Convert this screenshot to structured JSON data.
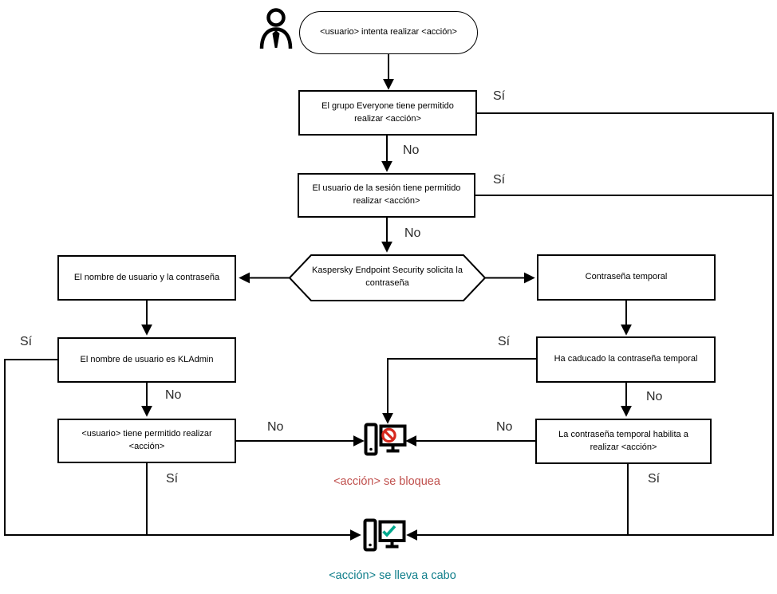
{
  "diagram": {
    "nodes": {
      "start": "<usuario> intenta realizar <acción>",
      "group_everyone": "El grupo Everyone tiene permitido realizar <acción>",
      "session_user": "El usuario de la sesión tiene permitido realizar <acción>",
      "kes_prompt": "Kaspersky Endpoint Security solicita la contraseña",
      "username_password": "El nombre de usuario y la contraseña",
      "username_kladmin": "El nombre de usuario es KLAdmin",
      "user_allowed": "<usuario> tiene permitido realizar <acción>",
      "temp_password": "Contraseña temporal",
      "temp_expired": "Ha caducado la contraseña temporal",
      "temp_enables": "La contraseña temporal habilita a realizar <acción>"
    },
    "labels": {
      "yes": "Sí",
      "no": "No"
    },
    "outcomes": {
      "blocked": "<acción> se bloquea",
      "allowed": "<acción> se lleva a cabo"
    },
    "icons": {
      "user": "person-outline",
      "blocked": "pc-with-prohibition-sign",
      "allowed": "pc-with-checkmark"
    },
    "colors": {
      "line": "#000000",
      "blocked_caption": "#c0504d",
      "allowed_caption": "#0f7e8a",
      "prohibition_icon": "#d7281e",
      "check_icon": "#00a88e"
    }
  }
}
